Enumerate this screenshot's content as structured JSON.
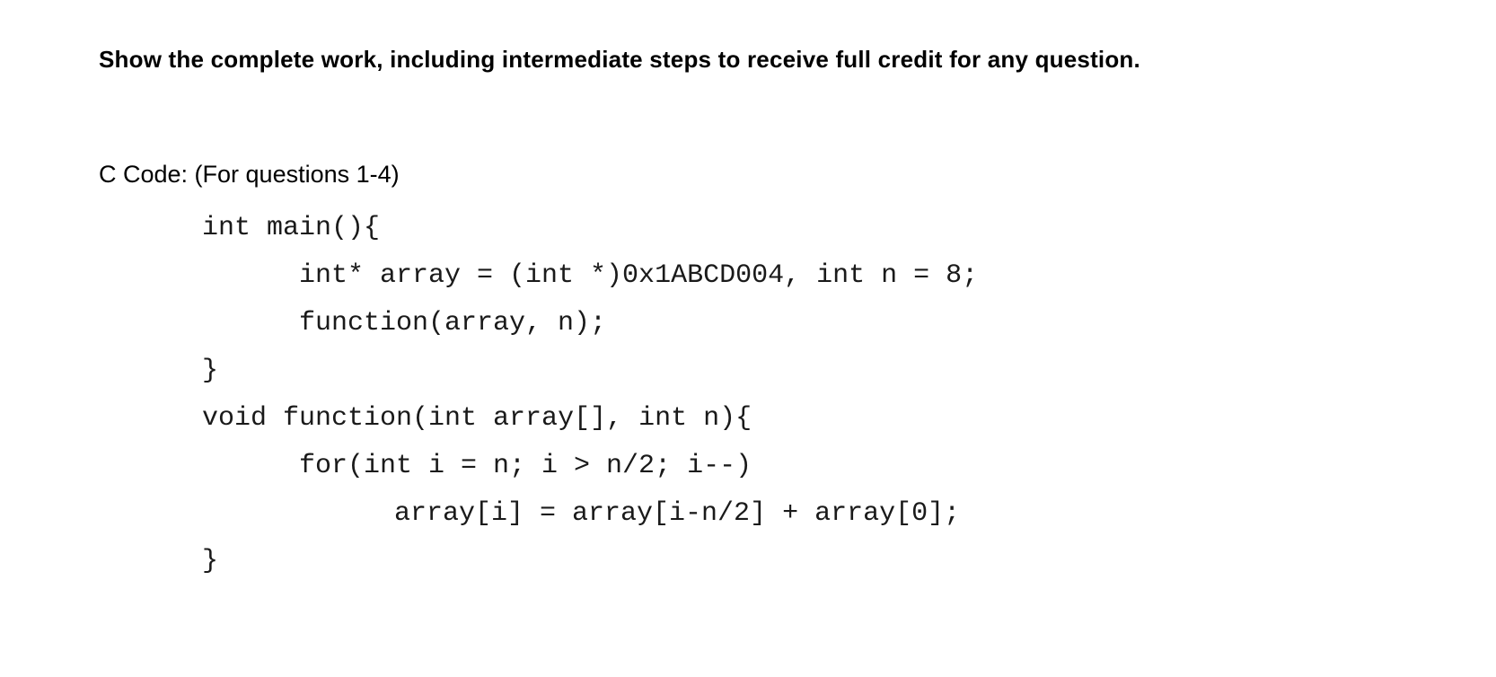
{
  "page": {
    "instruction": "Show the complete work, including intermediate steps to receive full credit for any question.",
    "code_label": "C Code: (For questions 1-4)"
  },
  "code": {
    "language": "C",
    "lines": [
      {
        "indent": 0,
        "text": "int main(){"
      },
      {
        "indent": 1,
        "text": "int* array = (int *)0x1ABCD004, int n = 8;"
      },
      {
        "indent": 1,
        "text": "function(array, n);"
      },
      {
        "indent": 0,
        "text": "}"
      },
      {
        "indent": 0,
        "text": "void function(int array[], int n){"
      },
      {
        "indent": 1,
        "text": "for(int i = n; i > n/2; i--)"
      },
      {
        "indent": 2,
        "text": "array[i] = array[i-n/2] + array[0];"
      },
      {
        "indent": 0,
        "text": "}"
      }
    ]
  }
}
